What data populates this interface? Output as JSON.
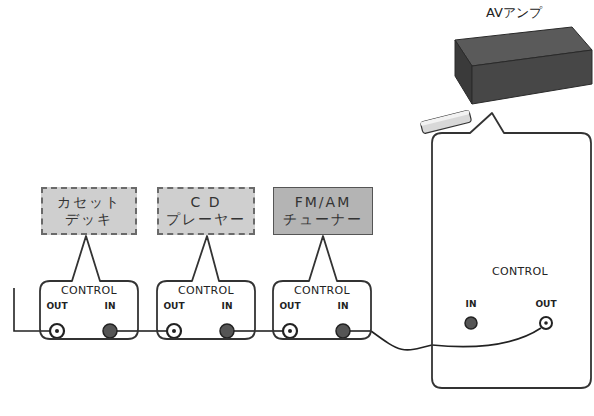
{
  "diagram": {
    "nodes": [
      {
        "text": [
          "AVアンプ"
        ]
      },
      {
        "text": [
          "カセット デッキ"
        ]
      },
      {
        "text": [
          "C D プレーヤー"
        ]
      },
      {
        "text": [
          "FM/AM チューナー"
        ]
      },
      {
        "text": [
          "CONTROL",
          "OUT",
          "IN"
        ]
      },
      {
        "text": [
          "CONTROL",
          "OUT",
          "IN"
        ]
      },
      {
        "text": [
          "CONTROL",
          "OUT",
          "IN"
        ]
      },
      {
        "text": [
          "CONTROL",
          "IN",
          "OUT"
        ]
      }
    ],
    "edges": [
      {
        "from": 4,
        "to": 5,
        "arrow": "none"
      },
      {
        "from": 5,
        "to": 6,
        "arrow": "none"
      },
      {
        "from": 6,
        "to": 7,
        "arrow": "none"
      }
    ]
  }
}
